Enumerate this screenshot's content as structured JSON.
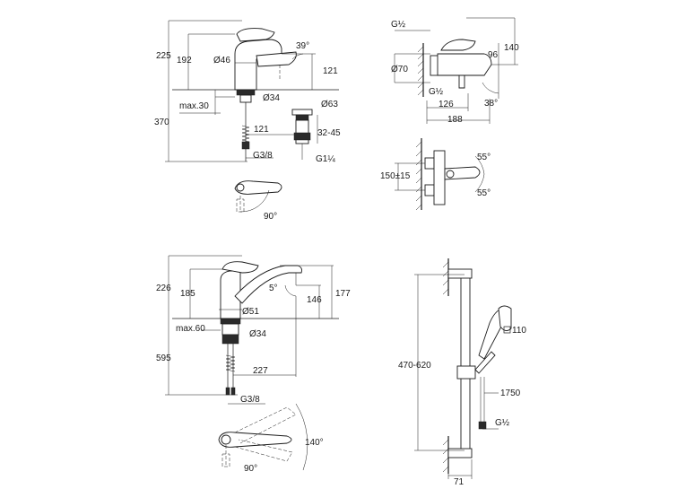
{
  "drawing_basin": {
    "dims": [
      "225",
      "192",
      "39°",
      "Ø46",
      "121",
      "Ø34",
      "max.30",
      "Ø63",
      "370",
      "121",
      "32-45",
      "G1¼",
      "G3/8",
      "90°"
    ]
  },
  "drawing_bath": {
    "dims": [
      "G½",
      "140",
      "96",
      "Ø70",
      "G½",
      "126",
      "38°",
      "188"
    ]
  },
  "drawing_bath_rotation": {
    "dims": [
      "55°",
      "150±15",
      "55°"
    ]
  },
  "drawing_sink": {
    "dims": [
      "226",
      "185",
      "5°",
      "177",
      "146",
      "Ø51",
      "max.60",
      "Ø34",
      "595",
      "227",
      "G3/8",
      "140°",
      "90°"
    ]
  },
  "drawing_shower": {
    "dims": [
      "110",
      "470-620",
      "1750",
      "G½",
      "71"
    ]
  }
}
